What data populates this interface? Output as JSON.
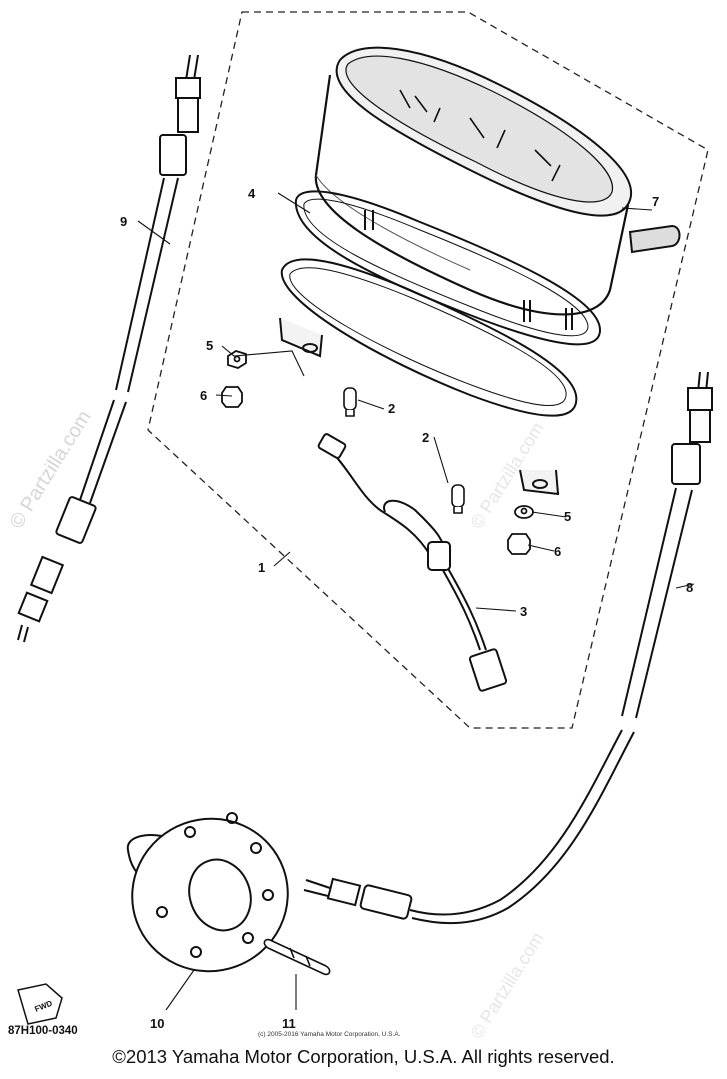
{
  "diagram": {
    "part_code": "87H100-0340",
    "small_notice": "(c) 2005-2016 Yamaha Motor Corporation, U.S.A.",
    "fwd_label": "FWD",
    "watermarks": [
      "© Partzilla.com",
      "© Partzilla.com",
      "© Partzilla.com"
    ],
    "callouts": [
      {
        "id": "1",
        "label": "1"
      },
      {
        "id": "2a",
        "label": "2"
      },
      {
        "id": "2b",
        "label": "2"
      },
      {
        "id": "3",
        "label": "3"
      },
      {
        "id": "4",
        "label": "4"
      },
      {
        "id": "5a",
        "label": "5"
      },
      {
        "id": "5b",
        "label": "5"
      },
      {
        "id": "6a",
        "label": "6"
      },
      {
        "id": "6b",
        "label": "6"
      },
      {
        "id": "7",
        "label": "7"
      },
      {
        "id": "8",
        "label": "8"
      },
      {
        "id": "9",
        "label": "9"
      },
      {
        "id": "10",
        "label": "10"
      },
      {
        "id": "11",
        "label": "11"
      }
    ]
  },
  "footer": {
    "copyright": "©2013 Yamaha Motor Corporation, U.S.A. All rights reserved."
  }
}
